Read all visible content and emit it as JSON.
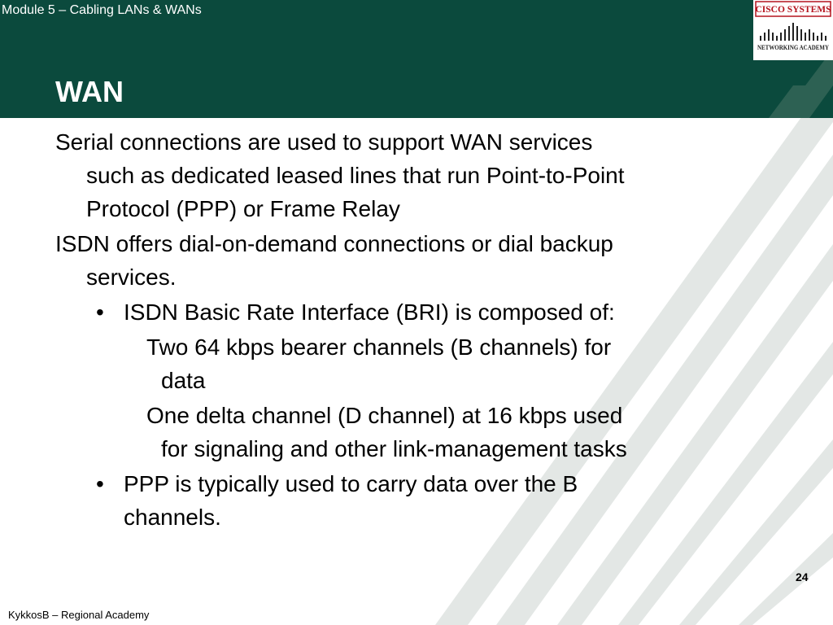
{
  "header": {
    "module_title": "Module 5 – Cabling LANs & WANs",
    "slide_title": "WAN",
    "band_color": "#0b4a3d"
  },
  "logo": {
    "company": "CISCO SYSTEMS",
    "program": "NETWORKING ACADEMY",
    "icon": "cisco-bridge-logo",
    "brand_color": "#b4141e"
  },
  "body": {
    "p1_lines": [
      "Serial connections are used to support WAN services",
      "such as dedicated leased lines that run Point-to-Point",
      "Protocol (PPP) or Frame Relay"
    ],
    "p2_lines": [
      "ISDN offers dial-on-demand connections or dial backup",
      "services."
    ],
    "bullet1_lines": [
      "ISDN Basic Rate Interface (BRI) is composed of:"
    ],
    "sub1_lines": [
      "Two 64 kbps bearer channels (B channels) for",
      "data"
    ],
    "sub2_lines": [
      "One delta channel (D channel) at 16 kbps used",
      "for signaling and other link-management tasks"
    ],
    "bullet2_lines": [
      "PPP is typically used to carry data over the B",
      "channels."
    ],
    "bullet_symbol": "•"
  },
  "footer": {
    "page_number": "24",
    "author": "KykkosB – Regional Academy"
  },
  "decoration": {
    "stripe_color": "#e3e7e5"
  }
}
